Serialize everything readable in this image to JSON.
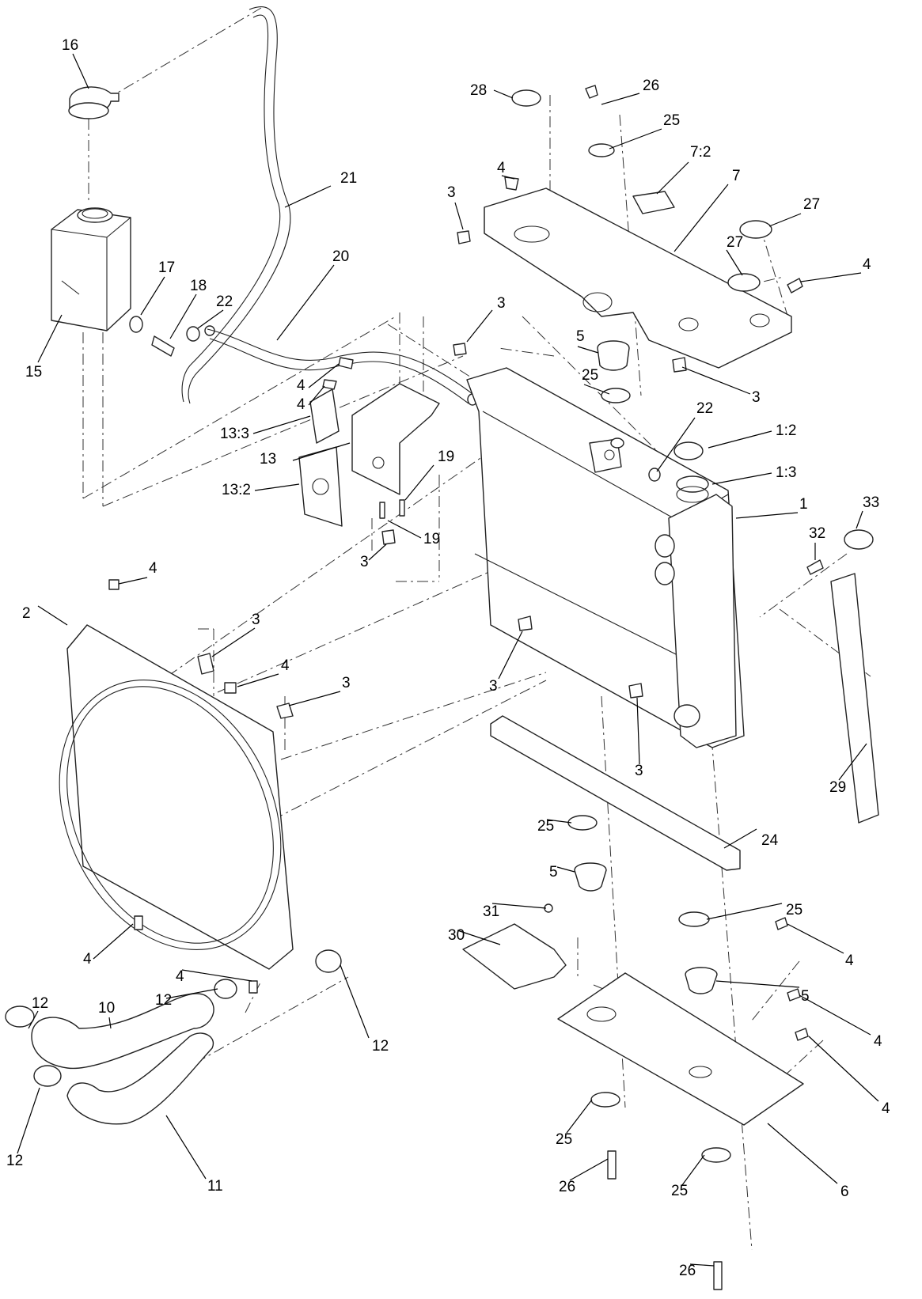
{
  "callouts": [
    {
      "id": "c1",
      "label": "16"
    },
    {
      "id": "c2",
      "label": "21"
    },
    {
      "id": "c3",
      "label": "15"
    },
    {
      "id": "c4",
      "label": "17"
    },
    {
      "id": "c5",
      "label": "18"
    },
    {
      "id": "c6",
      "label": "22"
    },
    {
      "id": "c7",
      "label": "20"
    },
    {
      "id": "c8",
      "label": "28"
    },
    {
      "id": "c9",
      "label": "26"
    },
    {
      "id": "c10",
      "label": "25"
    },
    {
      "id": "c11",
      "label": "7:2"
    },
    {
      "id": "c12",
      "label": "7"
    },
    {
      "id": "c13",
      "label": "4"
    },
    {
      "id": "c14",
      "label": "3"
    },
    {
      "id": "c15",
      "label": "27"
    },
    {
      "id": "c16",
      "label": "27"
    },
    {
      "id": "c17",
      "label": "4"
    },
    {
      "id": "c18",
      "label": "3"
    },
    {
      "id": "c19",
      "label": "5"
    },
    {
      "id": "c20",
      "label": "25"
    },
    {
      "id": "c21",
      "label": "3"
    },
    {
      "id": "c22",
      "label": "4"
    },
    {
      "id": "c23",
      "label": "4"
    },
    {
      "id": "c24",
      "label": "13:3"
    },
    {
      "id": "c25",
      "label": "13"
    },
    {
      "id": "c26",
      "label": "13:2"
    },
    {
      "id": "c27",
      "label": "19"
    },
    {
      "id": "c28",
      "label": "19"
    },
    {
      "id": "c29",
      "label": "3"
    },
    {
      "id": "c30",
      "label": "22"
    },
    {
      "id": "c31",
      "label": "1:2"
    },
    {
      "id": "c32",
      "label": "1:3"
    },
    {
      "id": "c33",
      "label": "1"
    },
    {
      "id": "c34",
      "label": "33"
    },
    {
      "id": "c35",
      "label": "32"
    },
    {
      "id": "c36",
      "label": "4"
    },
    {
      "id": "c37",
      "label": "2"
    },
    {
      "id": "c38",
      "label": "3"
    },
    {
      "id": "c39",
      "label": "4"
    },
    {
      "id": "c40",
      "label": "3"
    },
    {
      "id": "c41",
      "label": "3"
    },
    {
      "id": "c42",
      "label": "3"
    },
    {
      "id": "c43",
      "label": "29"
    },
    {
      "id": "c44",
      "label": "25"
    },
    {
      "id": "c45",
      "label": "24"
    },
    {
      "id": "c46",
      "label": "5"
    },
    {
      "id": "c47",
      "label": "25"
    },
    {
      "id": "c48",
      "label": "31"
    },
    {
      "id": "c49",
      "label": "30"
    },
    {
      "id": "c50",
      "label": "4"
    },
    {
      "id": "c51",
      "label": "4"
    },
    {
      "id": "c52",
      "label": "4"
    },
    {
      "id": "c53",
      "label": "12"
    },
    {
      "id": "c54",
      "label": "12"
    },
    {
      "id": "c55",
      "label": "10"
    },
    {
      "id": "c56",
      "label": "12"
    },
    {
      "id": "c57",
      "label": "5"
    },
    {
      "id": "c58",
      "label": "4"
    },
    {
      "id": "c59",
      "label": "4"
    },
    {
      "id": "c60",
      "label": "12"
    },
    {
      "id": "c61",
      "label": "11"
    },
    {
      "id": "c62",
      "label": "25"
    },
    {
      "id": "c63",
      "label": "6"
    },
    {
      "id": "c64",
      "label": "26"
    },
    {
      "id": "c65",
      "label": "25"
    },
    {
      "id": "c66",
      "label": "26"
    }
  ]
}
